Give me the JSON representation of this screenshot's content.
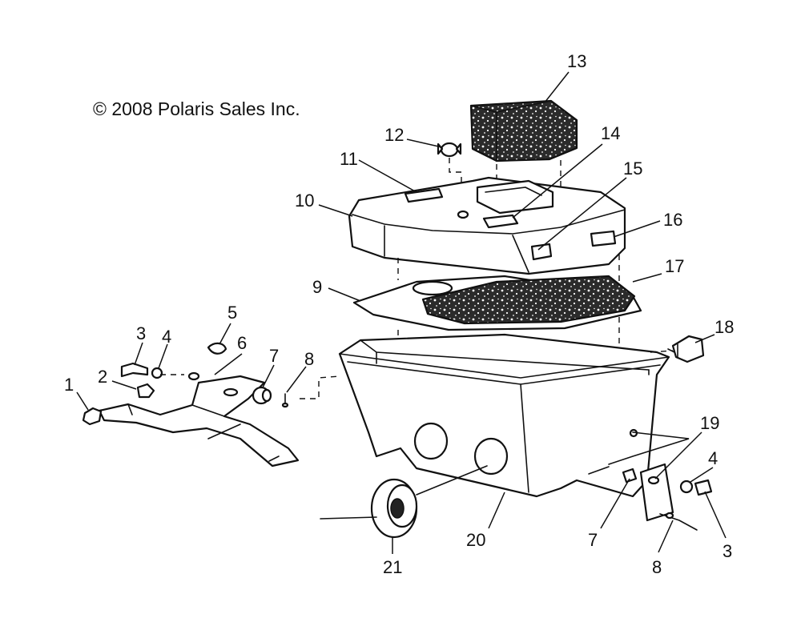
{
  "copyright": "© 2008 Polaris Sales Inc.",
  "callouts": {
    "c1": "1",
    "c2": "2",
    "c3a": "3",
    "c3b": "3",
    "c4a": "4",
    "c4b": "4",
    "c5": "5",
    "c6": "6",
    "c7a": "7",
    "c7b": "7",
    "c8a": "8",
    "c8b": "8",
    "c9": "9",
    "c10": "10",
    "c11": "11",
    "c12": "12",
    "c13": "13",
    "c14": "14",
    "c15": "15",
    "c16": "16",
    "c17": "17",
    "c18": "18",
    "c19": "19",
    "c20": "20",
    "c21": "21"
  },
  "colors": {
    "ink": "#111111",
    "background": "#ffffff",
    "foam": "#2a2a2a"
  }
}
